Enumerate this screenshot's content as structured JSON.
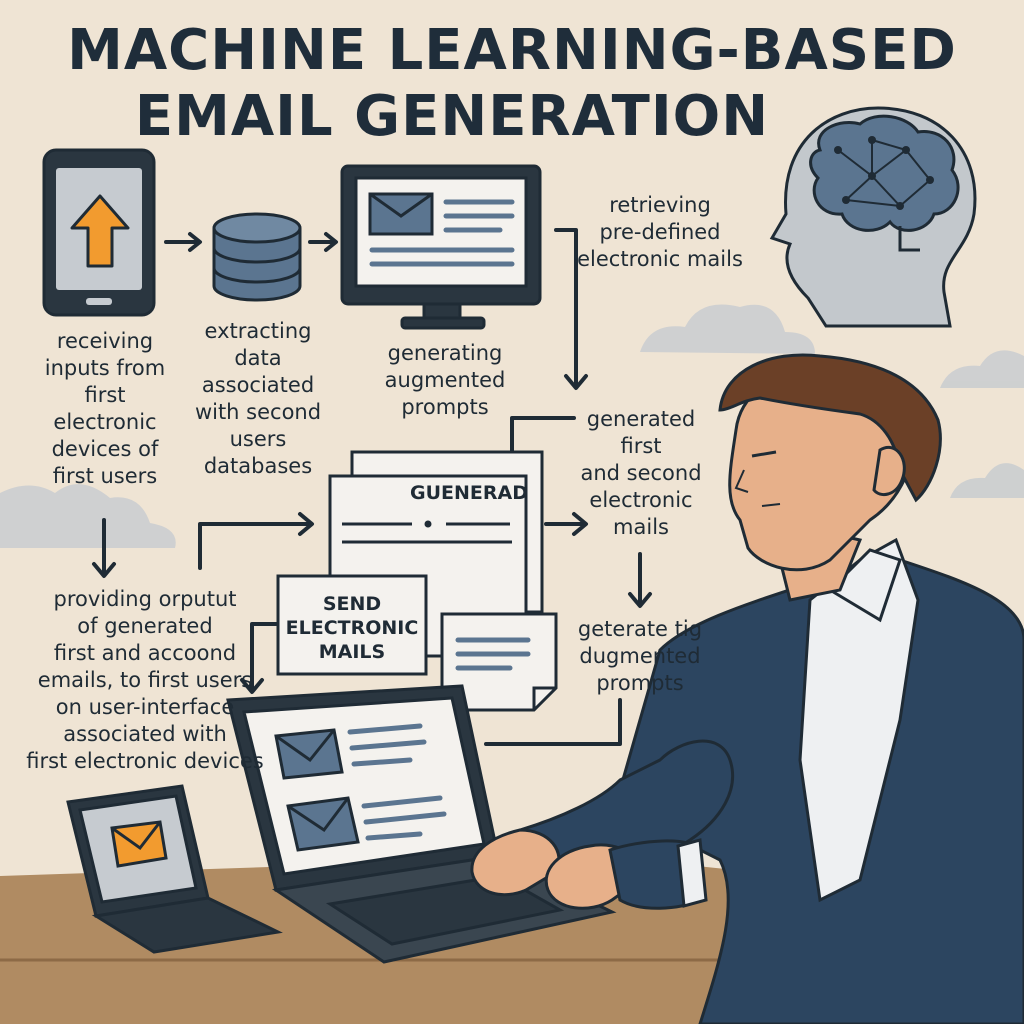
{
  "title": {
    "line1": "MACHINE LEARNING-BASED",
    "line2": "EMAIL GENERATION"
  },
  "steps": {
    "receiving": "receiving\ninputs from\nfirst\nelectronic\ndevices of\nfirst users",
    "extracting": "extracting\ndata\nassociated\nwith second\nusers\ndatabases",
    "generating_prompts": "generating\naugmented\nprompts",
    "retrieving": "retrieving\npre-defined\nelectronic mails",
    "generated_emails": "generated\nfirst\nand second\nelectronic\nmails",
    "geterate": "geterate tig\ndugmented\nprompts",
    "providing": "providing orputut\nof generated\nfirst and accoond\nemails, to first users\non user-interface\nassociated with\nfirst electronic devices"
  },
  "documents": {
    "guenerad": "GUENERAD",
    "send": "SEND\nELECTRONIC\nMAILS"
  },
  "icons": [
    "phone-upload-icon",
    "database-icon",
    "monitor-email-icon",
    "brain-head-icon",
    "email-icon",
    "laptop-icon"
  ],
  "colors": {
    "background": "#efe4d4",
    "ink": "#1f2b35",
    "slate_blue": "#5b7590",
    "arrow_orange": "#f29b2f",
    "cloud": "#c9cdd0"
  }
}
